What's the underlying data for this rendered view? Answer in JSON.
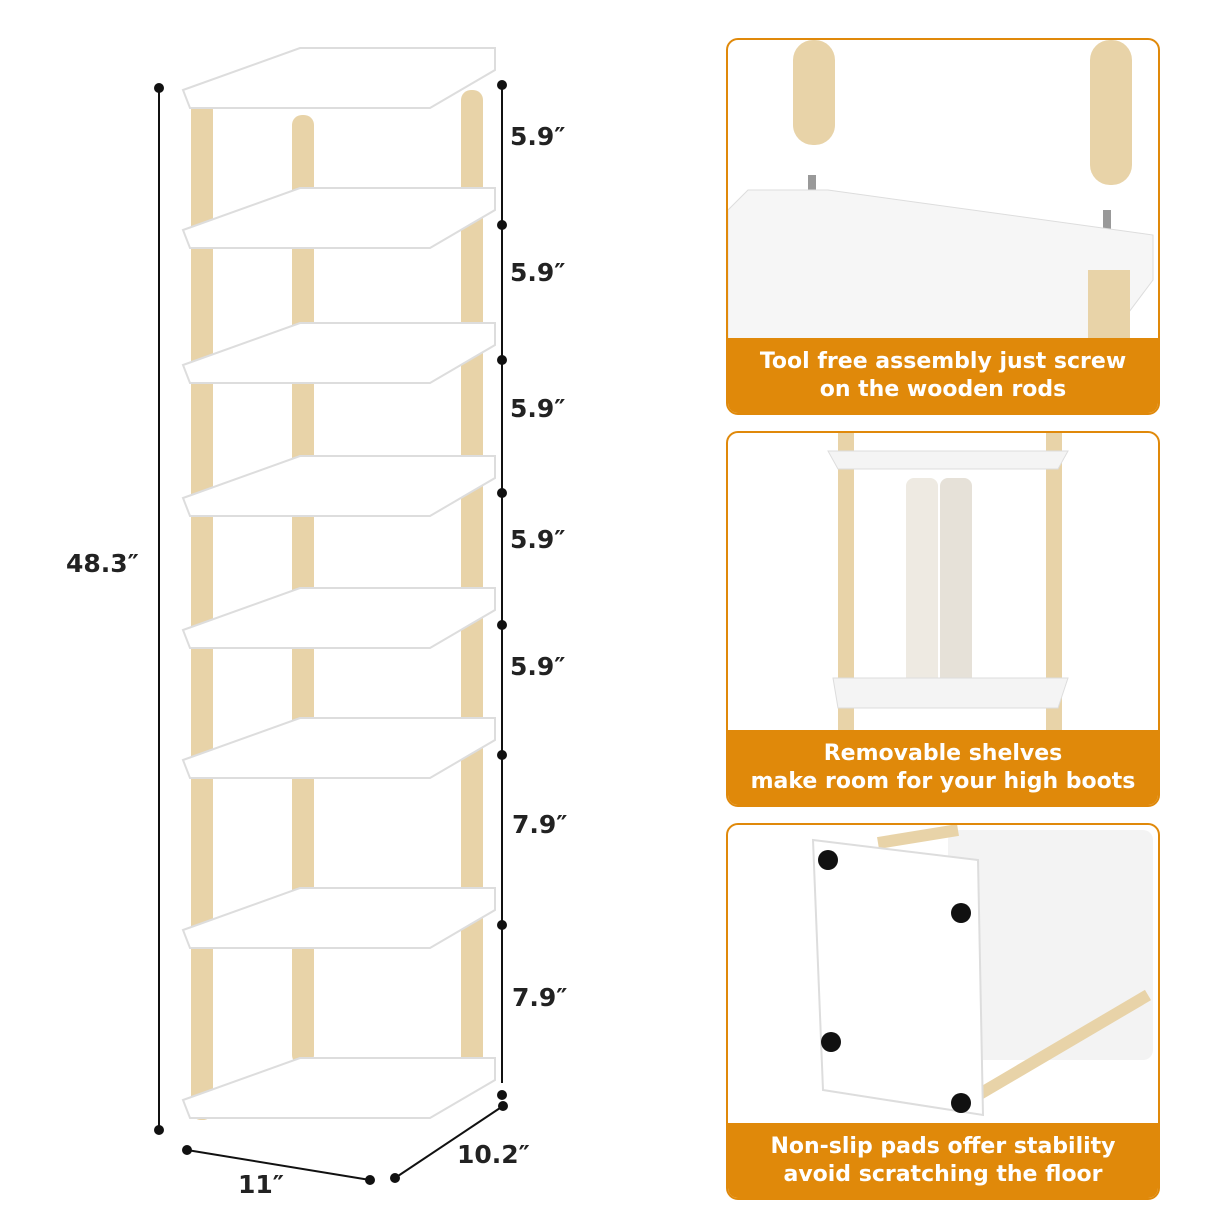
{
  "dimensions": {
    "shelf_gaps": [
      "5.9″",
      "5.9″",
      "5.9″",
      "5.9″",
      "5.9″",
      "7.9″",
      "7.9″"
    ],
    "total_height": "48.3″",
    "width": "11″",
    "depth": "10.2″"
  },
  "features": [
    {
      "line1": "Tool free assembly just screw",
      "line2": "on the wooden rods"
    },
    {
      "line1": "Removable shelves",
      "line2": "make room for your high boots"
    },
    {
      "line1": "Non-slip pads offer stability",
      "line2": "avoid scratching the floor"
    }
  ],
  "colors": {
    "accent": "#e0890a",
    "wood": "#e8d3a8",
    "shelf": "#ffffff"
  }
}
